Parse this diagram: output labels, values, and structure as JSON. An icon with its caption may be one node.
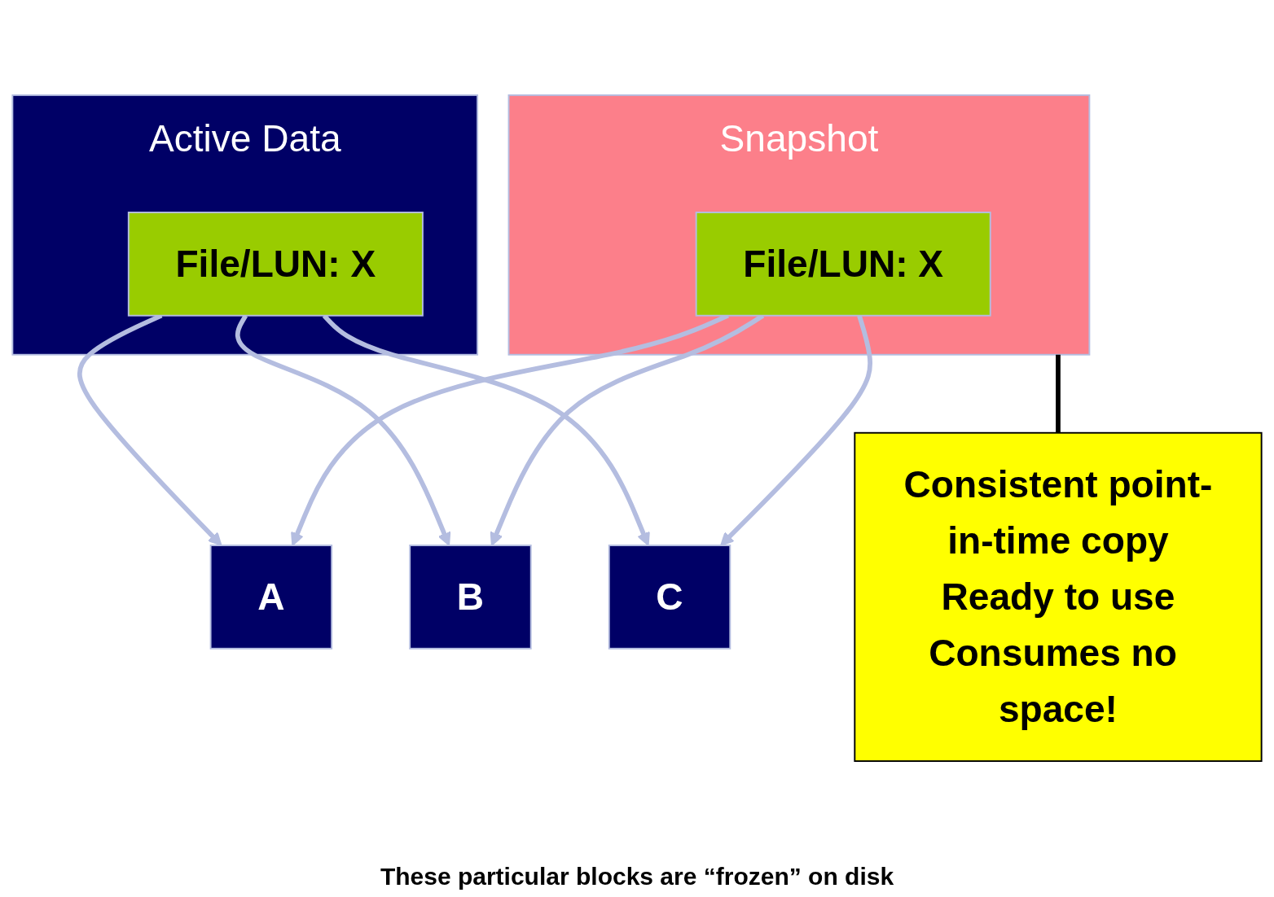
{
  "diagram": {
    "nodes": [
      {
        "text": [
          "Active Data"
        ]
      },
      {
        "text": [
          "File/LUN: X"
        ],
        "in": 0
      },
      {
        "text": [
          "Snapshot"
        ]
      },
      {
        "text": [
          "File/LUN: X"
        ],
        "in": 2
      },
      {
        "text": [
          "A"
        ]
      },
      {
        "text": [
          "B"
        ]
      },
      {
        "text": [
          "C"
        ]
      },
      {
        "text": [
          "Consistent point-in-time copy",
          "Ready to use",
          "Consumes no space!"
        ]
      }
    ],
    "edges": [
      {
        "from": 1,
        "to": 4,
        "arrow": "to"
      },
      {
        "from": 1,
        "to": 5,
        "arrow": "to"
      },
      {
        "from": 1,
        "to": 6,
        "arrow": "to"
      },
      {
        "from": 3,
        "to": 4,
        "arrow": "to"
      },
      {
        "from": 3,
        "to": 5,
        "arrow": "to"
      },
      {
        "from": 3,
        "to": 6,
        "arrow": "to"
      },
      {
        "from": 2,
        "to": 7,
        "arrow": "none",
        "color": "#000000"
      }
    ],
    "labels": [
      "These particular blocks are “frozen” on disk"
    ]
  }
}
